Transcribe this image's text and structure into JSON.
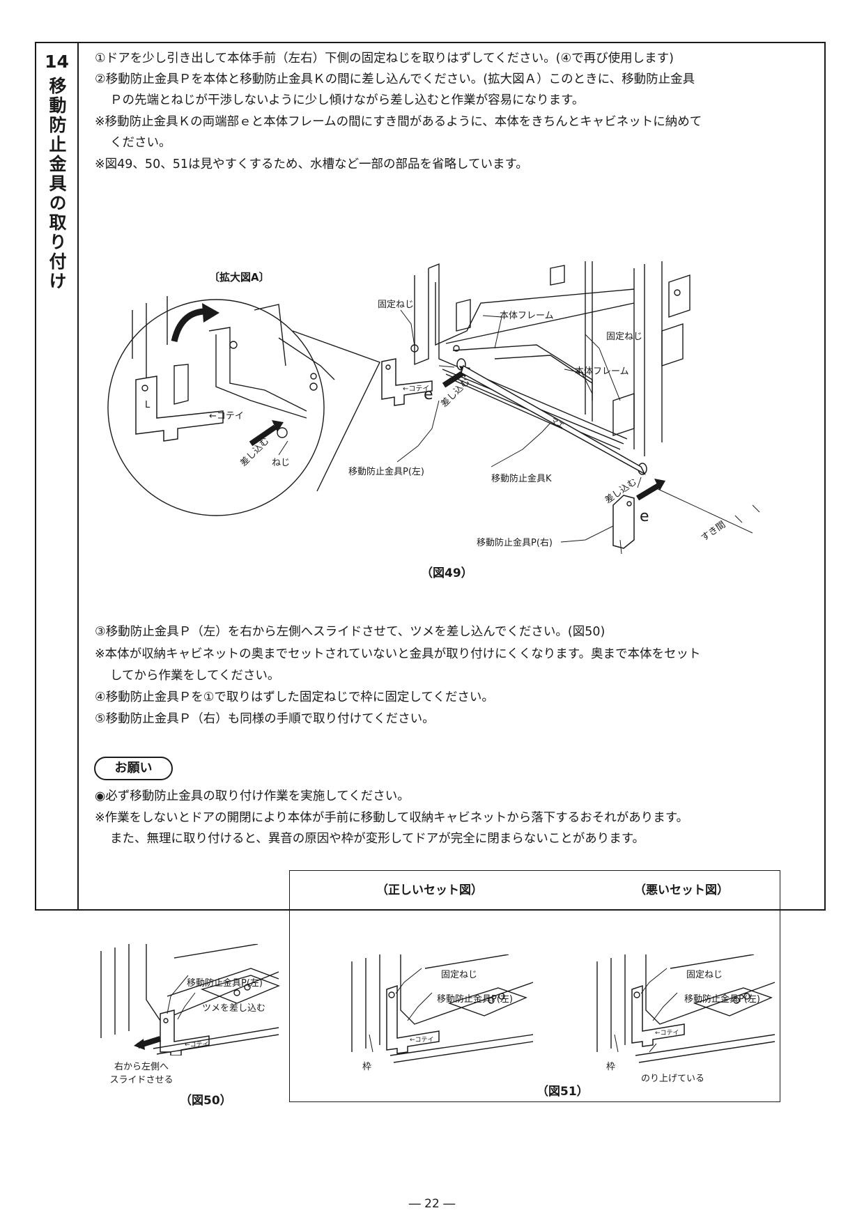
{
  "section": {
    "number": "14",
    "title": "移動防止金具の取り付け"
  },
  "intro": {
    "line1": "①ドアを少し引き出して本体手前（左右）下側の固定ねじを取りはずしてください。(④で再び使用します)",
    "line2": "②移動防止金具Ｐを本体と移動防止金具Ｋの間に差し込んでください。(拡大図Ａ）このときに、移動防止金具",
    "line3": "Ｐの先端とねじが干渉しないように少し傾けながら差し込むと作業が容易になります。",
    "line4": "※移動防止金具Ｋの両端部ｅと本体フレームの間にすき間があるように、本体をきちんとキャビネットに納めて",
    "line5": "ください。",
    "line6": "※図49、50、51は見やすくするため、水槽など一部の部品を省略しています。"
  },
  "fig49": {
    "caption": "（図49）",
    "zoom_title": "〔拡大図A〕",
    "label_screw_fixed": "固定ねじ",
    "label_frame_1": "本体フレーム",
    "label_screw_fixed_2": "固定ねじ",
    "label_frame_2": "本体フレーム",
    "label_e_left": "e",
    "label_e_right": "e",
    "label_insert_1": "差し込む",
    "label_insert_2": "差し込む",
    "label_insert_zoom": "差し込む",
    "label_screw_zoom": "ねじ",
    "label_part_p_left": "移動防止金具P(左)",
    "label_part_k": "移動防止金具K",
    "label_part_p_right": "移動防止金具P(右)",
    "label_gap": "すき間",
    "label_kotei": "←コテイ",
    "label_l": "L",
    "label_mae": "マエ"
  },
  "steps": {
    "line1": "③移動防止金具Ｐ（左）を右から左側へスライドさせて、ツメを差し込んでください。(図50)",
    "line2": "※本体が収納キャビネットの奥までセットされていないと金具が取り付けにくくなります。奥まで本体をセット",
    "line3": "してから作業をしてください。",
    "line4": "④移動防止金具Ｐを①で取りはずした固定ねじで枠に固定してください。",
    "line5": "⑤移動防止金具Ｐ（右）も同様の手順で取り付けてください。"
  },
  "request": {
    "badge": "お願い",
    "line1": "◉必ず移動防止金具の取り付け作業を実施してください。",
    "line2": "※作業をしないとドアの開閉により本体が手前に移動して収納キャビネットから落下するおそれがあります。",
    "line3": "また、無理に取り付けると、異音の原因や枠が変形してドアが完全に閉まらないことがあります。"
  },
  "fig50": {
    "caption": "（図50）",
    "label_part": "移動防止金具P(左)",
    "label_claw": "ツメを差し込む",
    "label_slide_1": "右から左側へ",
    "label_slide_2": "スライドさせる"
  },
  "fig51": {
    "caption": "（図51）",
    "title_good": "（正しいセット図）",
    "title_bad": "（悪いセット図）",
    "label_screw_good": "固定ねじ",
    "label_part_good": "移動防止金具P(左)",
    "label_frame_good": "枠",
    "label_screw_bad": "固定ねじ",
    "label_part_bad": "移動防止金具P(左)",
    "label_frame_bad": "枠",
    "label_riding": "のり上げている"
  },
  "page_number": "― 22 ―"
}
